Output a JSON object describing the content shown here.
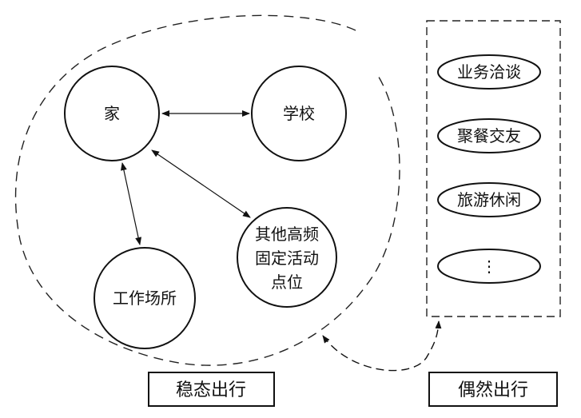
{
  "nodes": {
    "home": "家",
    "school": "学校",
    "workplace": "工作场所",
    "other_points": [
      "其他高频",
      "固定活动",
      "点位"
    ]
  },
  "occasional": {
    "items": [
      "业务洽谈",
      "聚餐交友",
      "旅游休闲",
      "⋮"
    ]
  },
  "labels": {
    "stable": "稳态出行",
    "occasional": "偶然出行"
  }
}
